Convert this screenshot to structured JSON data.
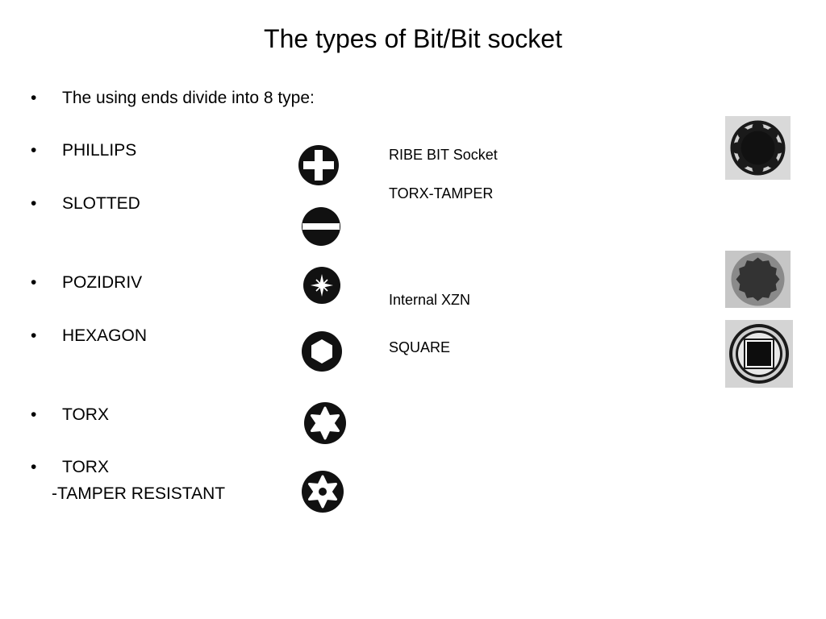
{
  "slide": {
    "title": "The types of Bit/Bit socket",
    "bullet_char": "•",
    "bullets": [
      {
        "label": "The using ends divide into 8 type:"
      },
      {
        "label": "PHILLIPS",
        "icon": "phillips-icon"
      },
      {
        "label": "SLOTTED",
        "icon": "slotted-icon"
      },
      {
        "label": "POZIDRIV",
        "icon": "pozidriv-icon"
      },
      {
        "label": "HEXAGON",
        "icon": "hexagon-icon"
      },
      {
        "label": "TORX",
        "icon": "torx-icon"
      },
      {
        "label": "TORX",
        "sublabel": "-TAMPER RESISTANT",
        "icon": "torx-tamper-icon"
      }
    ],
    "right_labels": [
      {
        "label": "RIBE BIT Socket"
      },
      {
        "label": "TORX-TAMPER"
      },
      {
        "label": "Internal XZN"
      },
      {
        "label": "SQUARE"
      }
    ],
    "right_icons": [
      "ribe-socket-icon",
      "xzn-socket-icon",
      "square-socket-icon"
    ]
  }
}
